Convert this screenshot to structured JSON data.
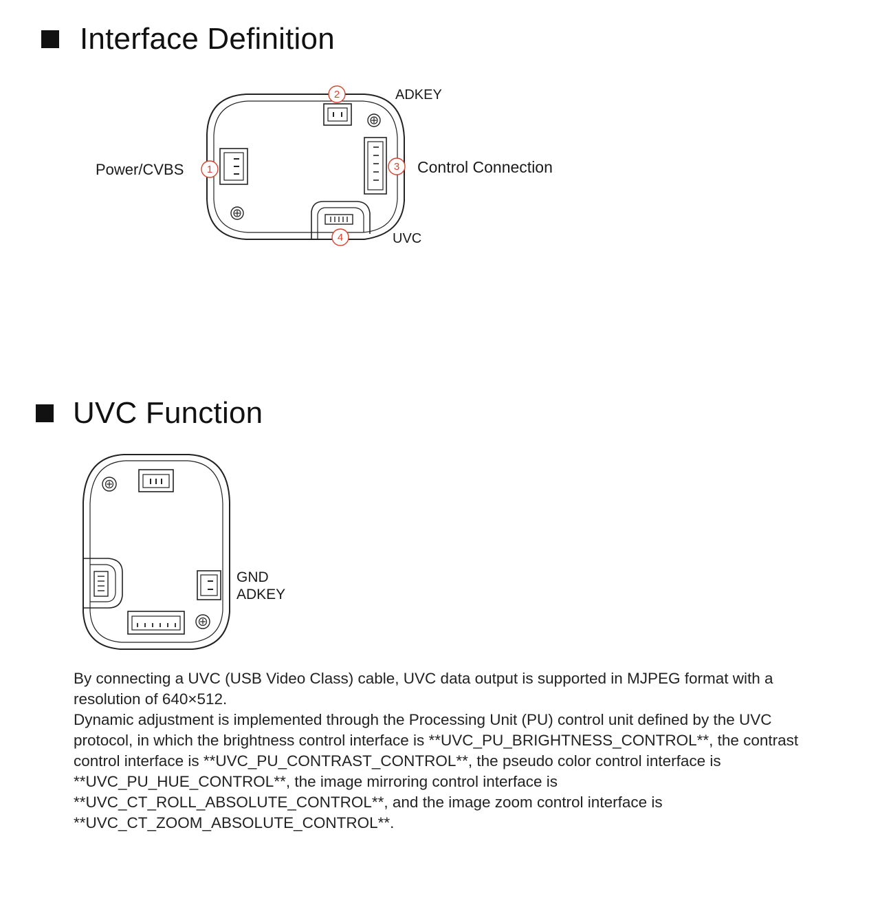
{
  "sections": {
    "interface": {
      "title": "Interface Definition",
      "labels": {
        "power_cvbs": "Power/CVBS",
        "adkey": "ADKEY",
        "control_connection": "Control Connection",
        "uvc": "UVC"
      },
      "numbers": [
        "1",
        "2",
        "3",
        "4"
      ]
    },
    "uvc_function": {
      "title": "UVC Function",
      "labels": {
        "gnd": "GND",
        "adkey": "ADKEY"
      },
      "paragraph_1": "By connecting a UVC (USB Video Class) cable, UVC data output is supported in MJPEG format with a resolution of 640×512.",
      "paragraph_2": "Dynamic adjustment is implemented through the Processing Unit (PU) control unit defined by the UVC protocol, in which the brightness control interface is **UVC_PU_BRIGHTNESS_CONTROL**, the contrast control interface is **UVC_PU_CONTRAST_CONTROL**, the pseudo color control interface is **UVC_PU_HUE_CONTROL**, the image mirroring control interface is **UVC_CT_ROLL_ABSOLUTE_CONTROL**, and the image zoom control interface is **UVC_CT_ZOOM_ABSOLUTE_CONTROL**."
    }
  },
  "colors": {
    "callout": "#d9442e",
    "ink": "#111111"
  }
}
